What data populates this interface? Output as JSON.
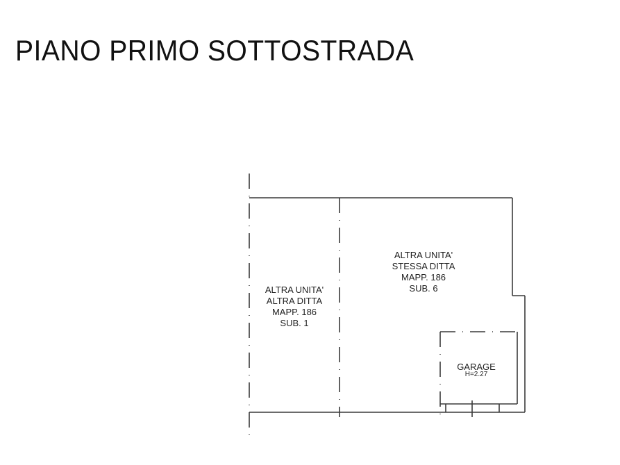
{
  "title": "PIANO PRIMO SOTTOSTRADA",
  "rooms": [
    {
      "id": "left-unit",
      "lines": [
        "ALTRA UNITA'",
        "ALTRA DITTA",
        "MAPP. 186",
        "SUB. 1"
      ]
    },
    {
      "id": "right-unit",
      "lines": [
        "ALTRA UNITA'",
        "STESSA DITTA",
        "MAPP. 186",
        "SUB. 6"
      ]
    },
    {
      "id": "garage",
      "lines": [
        "GARAGE",
        "H=2.27"
      ]
    }
  ],
  "colors": {
    "line": "#3a3a3a",
    "text": "#222222",
    "background": "#ffffff"
  }
}
